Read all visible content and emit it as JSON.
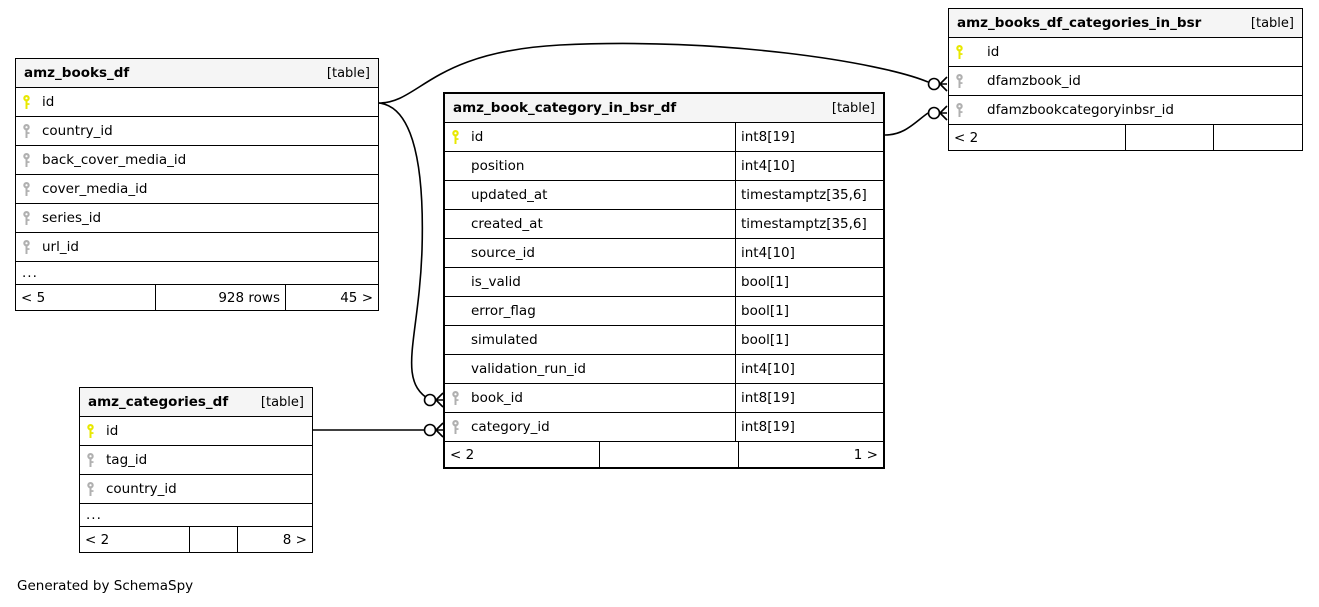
{
  "diagram": {
    "generator_note": "Generated by SchemaSpy",
    "type_label": "[table]",
    "ellipsis": "...",
    "colors": {
      "primary_key": "#e8e800",
      "foreign_key": "#b0b0b0",
      "header_bg": "#f5f5f5",
      "border": "#000000",
      "background": "#ffffff"
    }
  },
  "tables": [
    {
      "id": "amz_books_df",
      "name": "amz_books_df",
      "type": "[table]",
      "focus": false,
      "columns": [
        {
          "name": "id",
          "key": "primary",
          "type": ""
        },
        {
          "name": "country_id",
          "key": "foreign",
          "type": ""
        },
        {
          "name": "back_cover_media_id",
          "key": "foreign",
          "type": ""
        },
        {
          "name": "cover_media_id",
          "key": "foreign",
          "type": ""
        },
        {
          "name": "series_id",
          "key": "foreign",
          "type": ""
        },
        {
          "name": "url_id",
          "key": "foreign",
          "type": ""
        }
      ],
      "has_ellipsis": true,
      "footer": [
        "< 5",
        "928 rows",
        "45 >"
      ]
    },
    {
      "id": "amz_book_category_in_bsr_df",
      "name": "amz_book_category_in_bsr_df",
      "type": "[table]",
      "focus": true,
      "columns": [
        {
          "name": "id",
          "key": "primary",
          "type": "int8[19]"
        },
        {
          "name": "position",
          "key": "none",
          "type": "int4[10]"
        },
        {
          "name": "updated_at",
          "key": "none",
          "type": "timestamptz[35,6]"
        },
        {
          "name": "created_at",
          "key": "none",
          "type": "timestamptz[35,6]"
        },
        {
          "name": "source_id",
          "key": "none",
          "type": "int4[10]"
        },
        {
          "name": "is_valid",
          "key": "none",
          "type": "bool[1]"
        },
        {
          "name": "error_flag",
          "key": "none",
          "type": "bool[1]"
        },
        {
          "name": "simulated",
          "key": "none",
          "type": "bool[1]"
        },
        {
          "name": "validation_run_id",
          "key": "none",
          "type": "int4[10]"
        },
        {
          "name": "book_id",
          "key": "foreign",
          "type": "int8[19]"
        },
        {
          "name": "category_id",
          "key": "foreign",
          "type": "int8[19]"
        }
      ],
      "has_ellipsis": false,
      "footer": [
        "< 2",
        "",
        "1 >"
      ]
    },
    {
      "id": "amz_books_df_categories_in_bsr",
      "name": "amz_books_df_categories_in_bsr",
      "type": "[table]",
      "focus": false,
      "columns": [
        {
          "name": "id",
          "key": "primary",
          "type": ""
        },
        {
          "name": "dfamzbook_id",
          "key": "foreign",
          "type": ""
        },
        {
          "name": "dfamzbookcategoryinbsr_id",
          "key": "foreign",
          "type": ""
        }
      ],
      "has_ellipsis": false,
      "footer": [
        "< 2",
        "",
        ""
      ]
    },
    {
      "id": "amz_categories_df",
      "name": "amz_categories_df",
      "type": "[table]",
      "focus": false,
      "columns": [
        {
          "name": "id",
          "key": "primary",
          "type": ""
        },
        {
          "name": "tag_id",
          "key": "foreign",
          "type": ""
        },
        {
          "name": "country_id",
          "key": "foreign",
          "type": ""
        }
      ],
      "has_ellipsis": true,
      "footer": [
        "< 2",
        "",
        "8 >"
      ]
    }
  ],
  "relationships": [
    {
      "from": "amz_books_df.id",
      "to": "amz_books_df_categories_in_bsr.dfamzbook_id"
    },
    {
      "from": "amz_book_category_in_bsr_df.id",
      "to": "amz_books_df_categories_in_bsr.dfamzbookcategoryinbsr_id"
    },
    {
      "from": "amz_books_df.id",
      "to": "amz_book_category_in_bsr_df.book_id"
    },
    {
      "from": "amz_categories_df.id",
      "to": "amz_book_category_in_bsr_df.category_id"
    }
  ]
}
